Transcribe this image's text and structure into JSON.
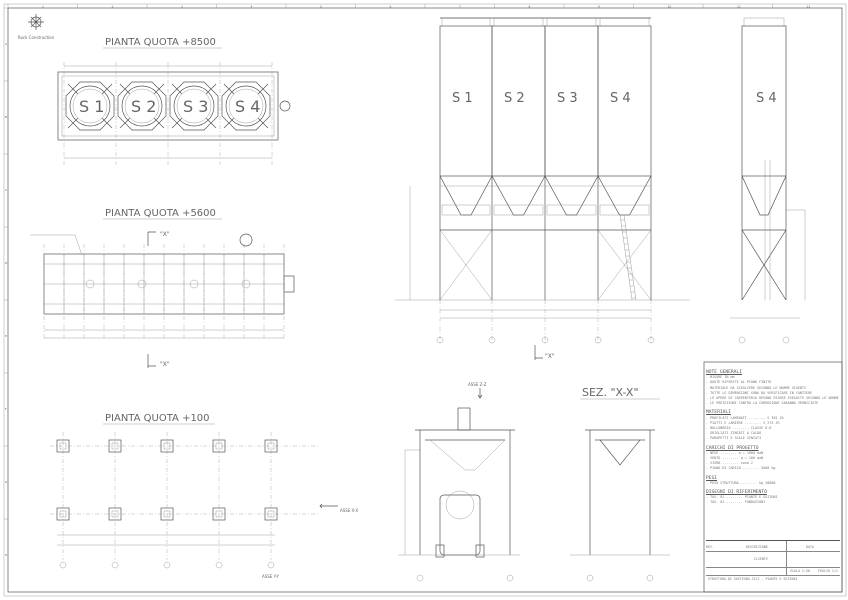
{
  "logo": {
    "text": "Rock Construction"
  },
  "ruler": {
    "top": [
      "1",
      "2",
      "3",
      "4",
      "5",
      "6",
      "7",
      "8",
      "9",
      "10",
      "11",
      "12"
    ],
    "side": [
      "A",
      "B",
      "C",
      "D",
      "E",
      "F",
      "G",
      "H"
    ]
  },
  "plans": {
    "plan_8500": "PIANTA QUOTA +8500",
    "plan_5600": "PIANTA QUOTA +5600",
    "plan_100": "PIANTA QUOTA +100",
    "silos": [
      "S 1",
      "S 2",
      "S 3",
      "S 4"
    ],
    "section_mark": "\"X\"",
    "axis_x": "ASSE X-X",
    "axis_y": "ASSE Y-Y"
  },
  "elevation": {
    "silos": [
      "S 1",
      "S 2",
      "S 3",
      "S 4"
    ],
    "side_silo": "S 4",
    "section_mark": "\"X\""
  },
  "sections": {
    "axis_z": "ASSE Z-Z",
    "title": "SEZ. \"X-X\""
  },
  "notes": {
    "sections": [
      {
        "title": "NOTE GENERALI",
        "lines": [
          "- MISURE IN mm",
          "- QUOTE RIFERITE AL PIANO FINITO",
          "- MATERIALE DA SCEGLIERE SECONDO LE NORME VIGENTI",
          "- TUTTE LE DIMENSIONI SONO DA VERIFICARE IN CANTIERE",
          "- LE OPERE DI CARPENTERIA DEVONO ESSERE ESEGUITE SECONDO LE NORME",
          "- LE PROTEZIONI CONTRO LA CORROSIONE SARANNO VERNICIATE"
        ]
      },
      {
        "title": "MATERIALI",
        "lines": [
          "- PROFILATI LAMINATI ........ S 355 J0",
          "- PIATTI E LAMIERE ........ S 275 JR",
          "- BULLONERIA ........ CLASSE 8.8",
          "- GRIGLIATI ZINCATI A CALDO",
          "- PARAPETTI E SCALE ZINCATI"
        ]
      },
      {
        "title": "CARICHI DI PROGETTO",
        "lines": [
          "- NEVE ........ q = 1000 daN",
          "- VENTO ........ q = 100 daN",
          "- SISMA ........ zona 2",
          "- PIANO DI CARICO ........ 5000 kg"
        ]
      },
      {
        "title": "PESI",
        "lines": [
          "- PESO STRUTTURA ........ kg 28000"
        ]
      },
      {
        "title": "DISEGNI DI RIFERIMENTO",
        "lines": [
          "- TAV. 01 ........ PIANTE E SEZIONI",
          "- TAV. 02 ........ FONDAZIONI"
        ]
      }
    ]
  },
  "title_block": {
    "rev_label": "REV.",
    "desc_label": "DESCRIZIONE",
    "date_label": "DATA",
    "client_label": "CLIENTE",
    "object": "STRUTTURA DI SOSTEGNO SILI - PIANTE E SEZIONI",
    "scale": "SCALA 1:50",
    "sheet": "FOGLIO 1/1"
  }
}
